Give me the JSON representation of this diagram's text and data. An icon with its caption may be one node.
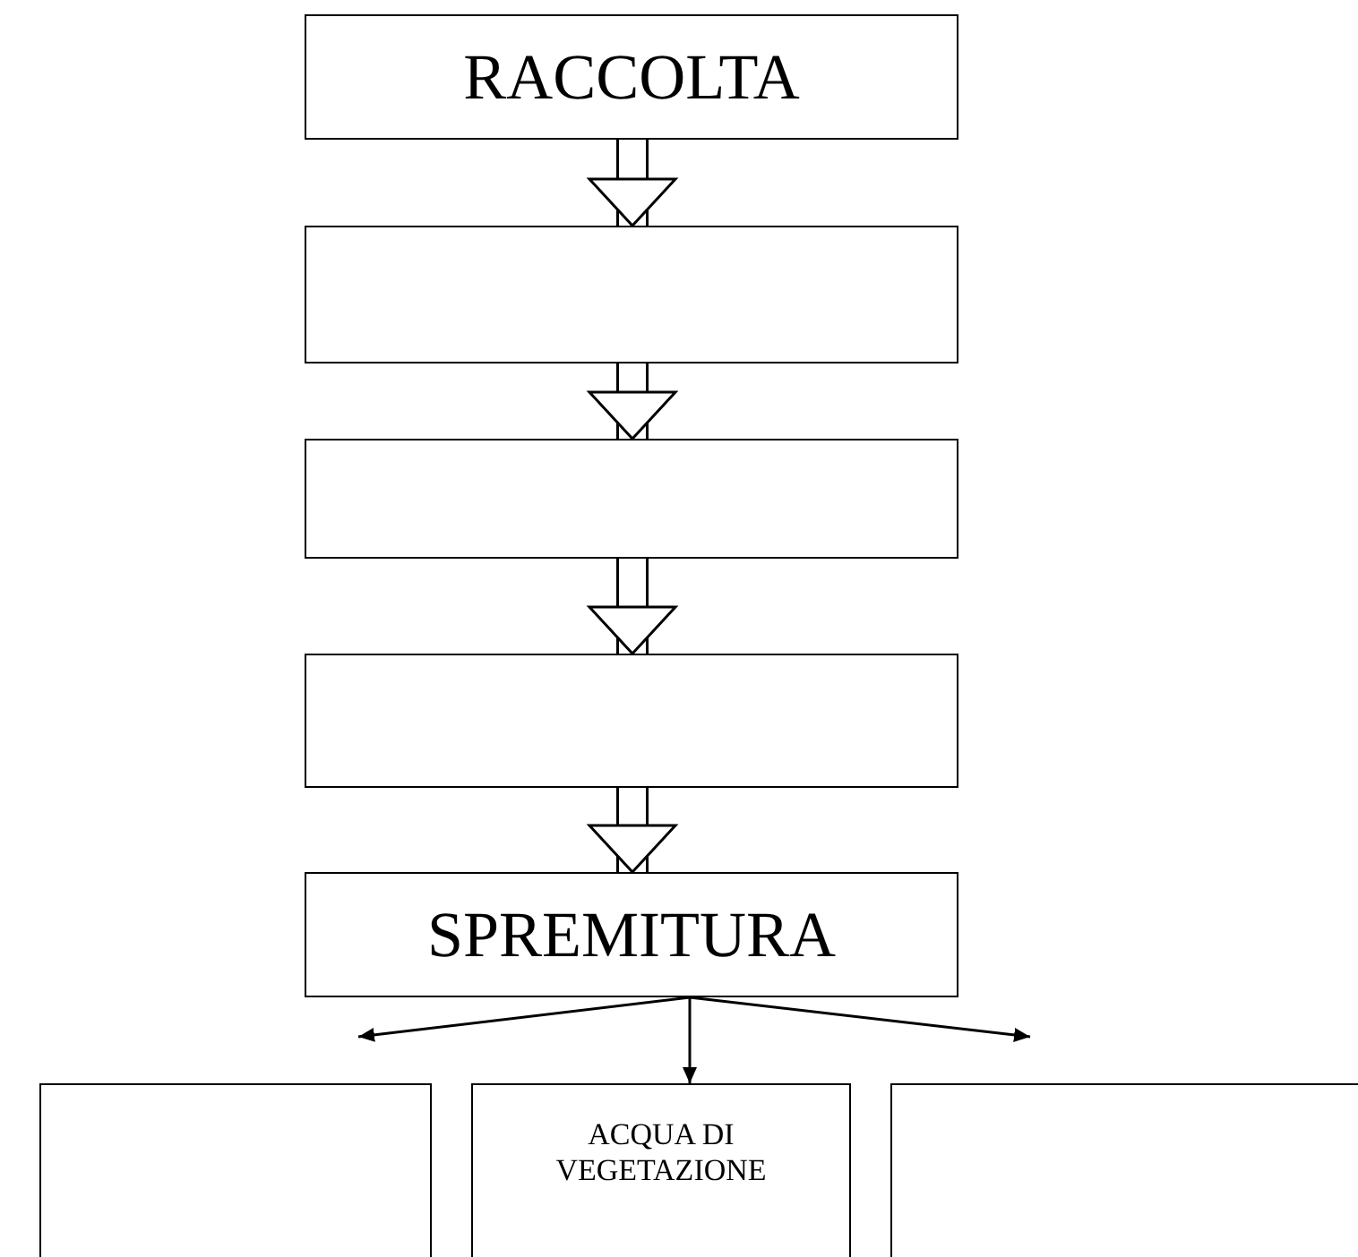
{
  "diagram": {
    "nodes": [
      {
        "text": [
          "RACCOLTA"
        ]
      },
      {
        "text": [],
        "shape": "box"
      },
      {
        "text": [],
        "shape": "box"
      },
      {
        "text": [],
        "shape": "box"
      },
      {
        "text": [
          "SPREMITURA"
        ]
      },
      {
        "text": [],
        "shape": "box"
      },
      {
        "text": [
          "ACQUA DI VEGETAZIONE"
        ]
      },
      {
        "text": [],
        "shape": "box"
      }
    ],
    "edges": [
      {
        "from": 0,
        "to": 1,
        "arrow": "to",
        "style": "thick"
      },
      {
        "from": 1,
        "to": 2,
        "arrow": "to",
        "style": "thick"
      },
      {
        "from": 2,
        "to": 3,
        "arrow": "to",
        "style": "thick"
      },
      {
        "from": 3,
        "to": 4,
        "arrow": "to",
        "style": "thick"
      },
      {
        "from": 4,
        "to": 5,
        "arrow": "to"
      },
      {
        "from": 4,
        "to": 6,
        "arrow": "to"
      },
      {
        "from": 4,
        "to": 7,
        "arrow": "to"
      }
    ]
  }
}
